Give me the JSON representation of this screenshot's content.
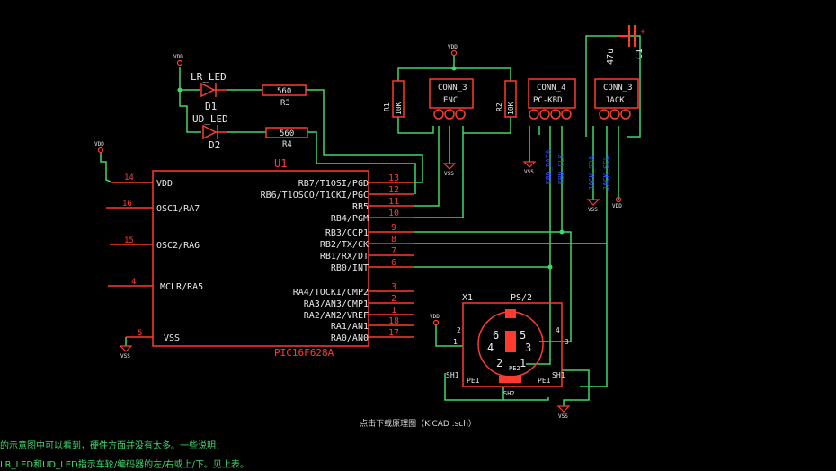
{
  "ic": {
    "ref": "U1",
    "part": "PIC16F628A",
    "left_pins": [
      {
        "num": "14",
        "name": "VDD"
      },
      {
        "num": "16",
        "name": "OSC1/RA7"
      },
      {
        "num": "15",
        "name": "OSC2/RA6"
      },
      {
        "num": "4",
        "name": "MCLR/RA5"
      },
      {
        "num": "5",
        "name": "VSS"
      }
    ],
    "right_pins": [
      {
        "num": "13",
        "name": "RB7/T1OSI/PGD"
      },
      {
        "num": "12",
        "name": "RB6/T1OSCO/T1CKI/PGC"
      },
      {
        "num": "11",
        "name": "RB5"
      },
      {
        "num": "10",
        "name": "RB4/PGM"
      },
      {
        "num": "9",
        "name": "RB3/CCP1"
      },
      {
        "num": "8",
        "name": "RB2/TX/CK"
      },
      {
        "num": "7",
        "name": "RB1/RX/DT"
      },
      {
        "num": "6",
        "name": "RB0/INT"
      },
      {
        "num": "3",
        "name": "RA4/TOCKI/CMP2"
      },
      {
        "num": "2",
        "name": "RA3/AN3/CMP1"
      },
      {
        "num": "1",
        "name": "RA2/AN2/VREF"
      },
      {
        "num": "18",
        "name": "RA1/AN1"
      },
      {
        "num": "17",
        "name": "RA0/AN0"
      }
    ]
  },
  "leds": {
    "d1_name": "LR_LED",
    "d1_ref": "D1",
    "d2_name": "UD_LED",
    "d2_ref": "D2"
  },
  "resistors": {
    "r3_value": "560",
    "r3_ref": "R3",
    "r4_value": "560",
    "r4_ref": "R4",
    "r1_ref": "R1",
    "r1_value": "10K",
    "r2_ref": "R2",
    "r2_value": "10K"
  },
  "connectors": {
    "enc_type": "CONN_3",
    "enc_name": "ENC",
    "kbd_type": "CONN_4",
    "kbd_name": "PC-KBD",
    "jack_type": "CONN_3",
    "jack_name": "JACK"
  },
  "capacitor": {
    "ref": "C1",
    "value": "47u",
    "plus": "+"
  },
  "ps2": {
    "ref": "X1",
    "name": "PS/2",
    "pin_labels": [
      "6",
      "5",
      "4",
      "3",
      "2",
      "1"
    ],
    "shield_labels": [
      "SH1",
      "SH2",
      "SH1"
    ],
    "pe_labels": [
      "PE1",
      "PE2",
      "PE1"
    ]
  },
  "power": {
    "vdd": "VDD",
    "vss": "VSS"
  },
  "pin_digits": [
    "1",
    "2",
    "3",
    "4"
  ],
  "net_labels": [
    "KBD_DATA",
    "KBD_CLK",
    "JACK_SDA",
    "JACK_SCL"
  ],
  "colors": {
    "component": "#ff3b2f",
    "wire": "#3fd86a",
    "text": "#e8e8e8",
    "net_label": "#2a4dff"
  },
  "caption": "点击下载原理图（KiCAD .sch）",
  "description_line1": "的示意图中可以看到，硬件方面并没有太多。一些说明：",
  "description_line2": "LR_LED和UD_LED指示车轮/编码器的左/右或上/下。见上表。"
}
